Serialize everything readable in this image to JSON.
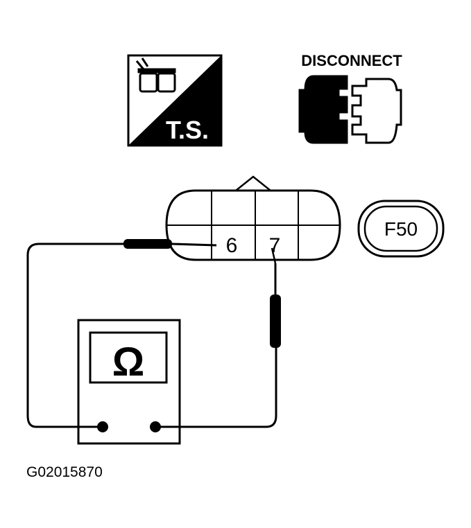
{
  "ts_badge": {
    "label": "T.S."
  },
  "disconnect": {
    "label": "DISCONNECT"
  },
  "connector": {
    "id_label": "F50",
    "terminals": [
      "6",
      "7"
    ]
  },
  "meter": {
    "symbol": "Ω"
  },
  "figure_id": "G02015870",
  "colors": {
    "ink": "#000000",
    "paper": "#ffffff"
  }
}
